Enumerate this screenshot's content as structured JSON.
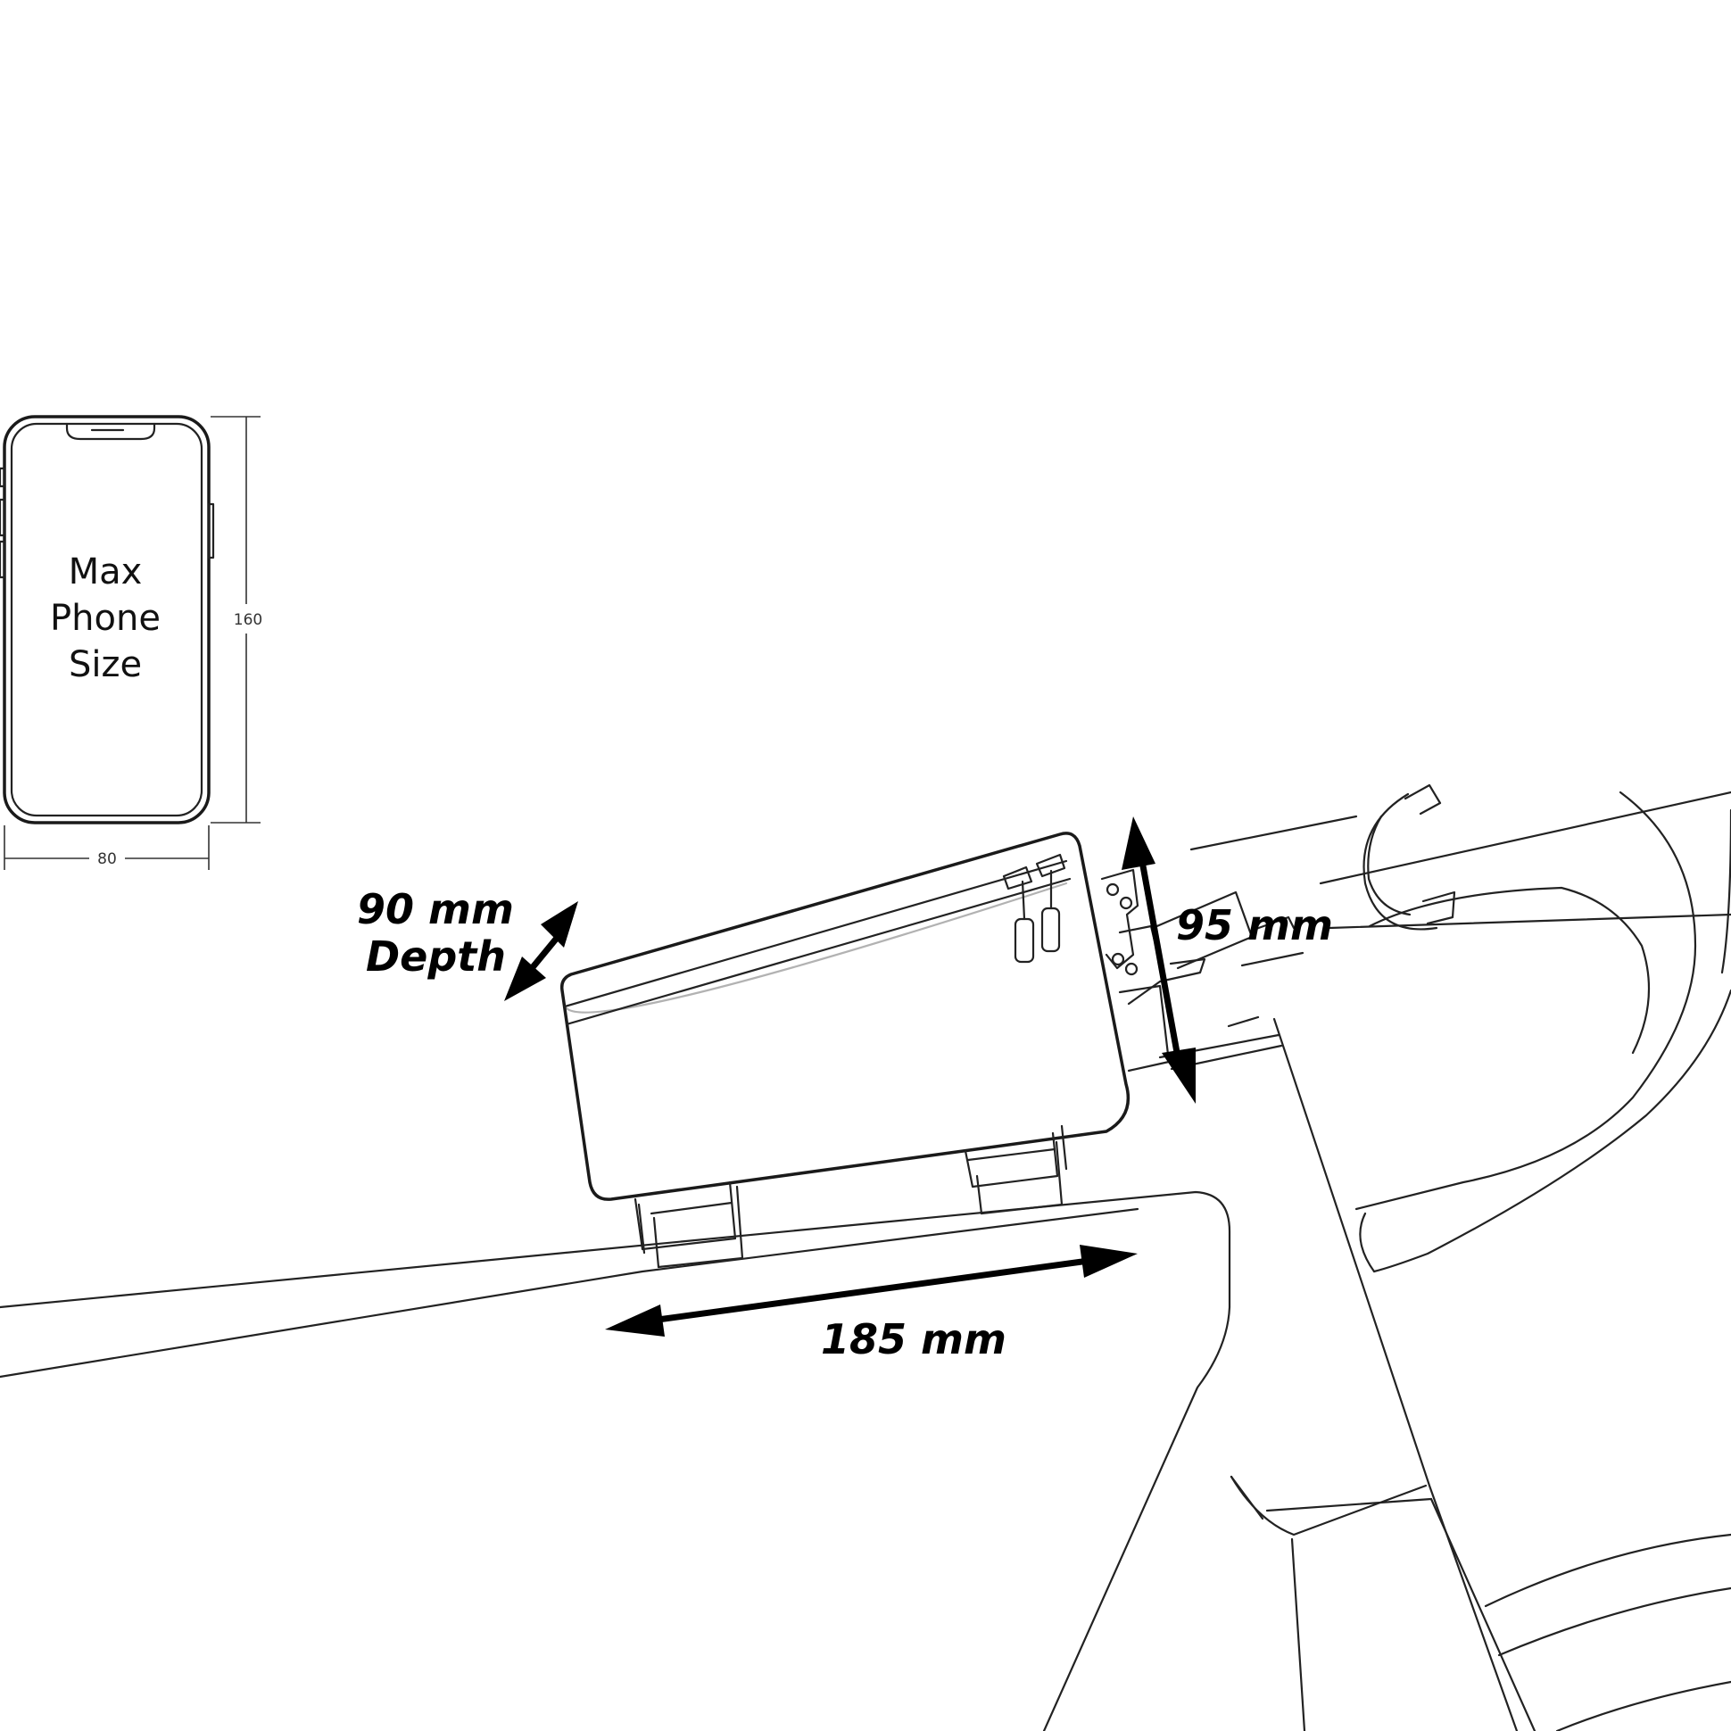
{
  "phone": {
    "label_lines": [
      "Max",
      "Phone",
      "Size"
    ],
    "height_dim": "160",
    "width_dim": "80"
  },
  "dimensions": {
    "depth_value": "90 mm",
    "depth_label": "Depth",
    "height": "95 mm",
    "length": "185 mm"
  },
  "icons": [
    "phone-outline-icon",
    "bicycle-frame-icon",
    "top-tube-bag-icon",
    "zipper-icon",
    "strap-icon",
    "handlebar-icon",
    "arrow-icon"
  ],
  "colors": {
    "line": "#222222",
    "arrow": "#000000",
    "background": "#ffffff"
  }
}
